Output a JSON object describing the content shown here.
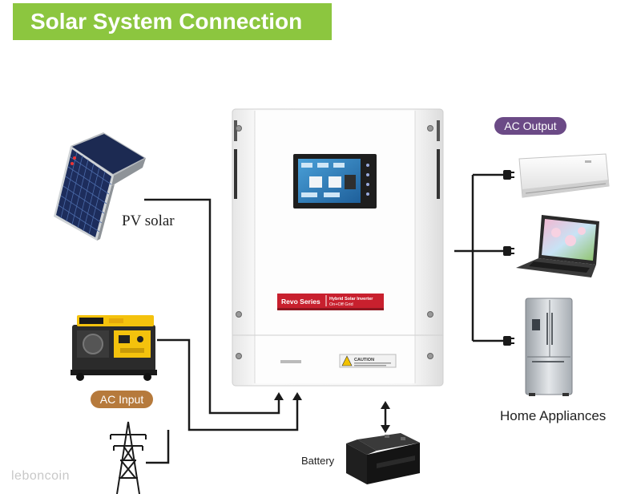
{
  "header": {
    "title": "Solar System Connection"
  },
  "colors": {
    "banner": "#8cc63f",
    "ac_output_tag": "#6b4a86",
    "ac_input_tag": "#b67a3c",
    "wire": "#1a1a1a",
    "inverter_red": "#c8202e"
  },
  "labels": {
    "ac_output": "AC Output",
    "ac_input": "AC Input",
    "pv_solar": "PV solar",
    "home_appliances": "Home Appliances",
    "battery": "Battery"
  },
  "inverter": {
    "series": "Revo Series",
    "product": "Hybrid Solar Inverter",
    "mode": "On+Off Grid",
    "caution": "CAUTION"
  },
  "icons": {
    "solar_panel": "solar-panel-icon",
    "generator": "generator-icon",
    "pylon": "power-pylon-icon",
    "air_conditioner": "air-conditioner-icon",
    "laptop": "laptop-icon",
    "refrigerator": "refrigerator-icon",
    "battery": "battery-icon"
  },
  "watermark": "leboncoin"
}
